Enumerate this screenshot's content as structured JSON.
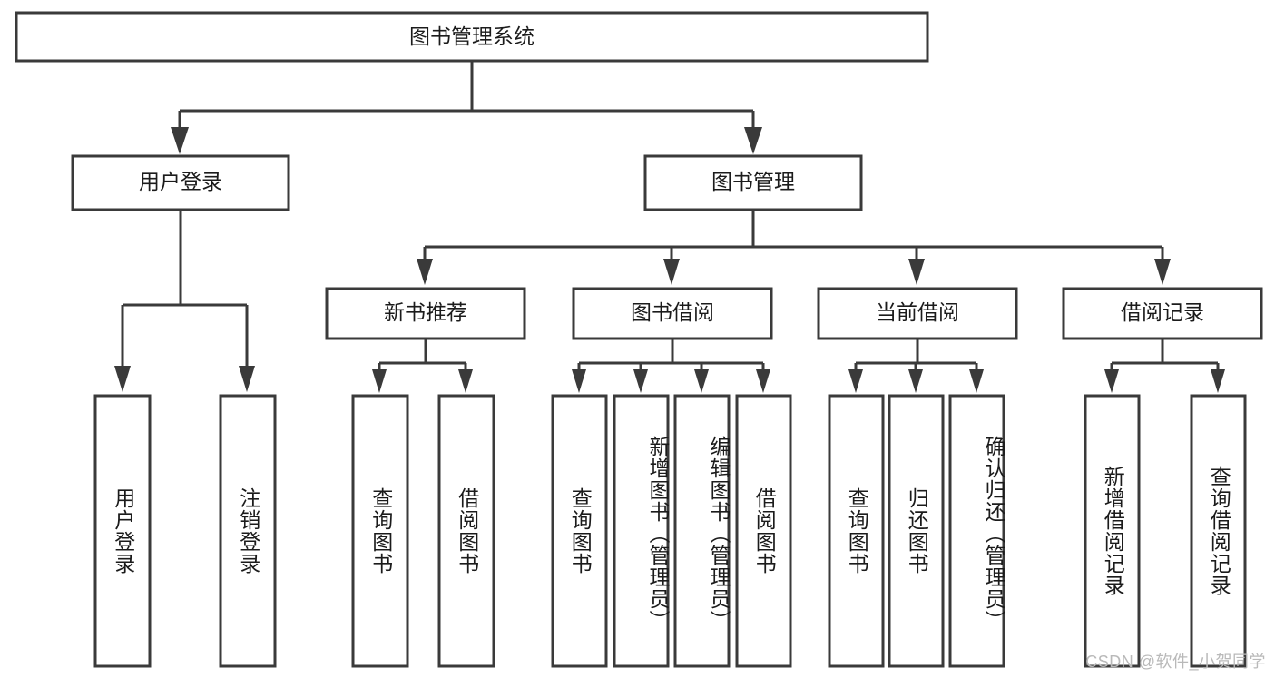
{
  "diagram": {
    "title": "图书管理系统",
    "type": "hierarchy-tree",
    "root": {
      "label": "图书管理系统",
      "orientation": "horizontal"
    },
    "level2": [
      {
        "label": "用户登录",
        "orientation": "horizontal"
      },
      {
        "label": "图书管理",
        "orientation": "horizontal"
      }
    ],
    "level3": [
      {
        "label": "新书推荐",
        "orientation": "horizontal",
        "parent": "图书管理"
      },
      {
        "label": "图书借阅",
        "orientation": "horizontal",
        "parent": "图书管理"
      },
      {
        "label": "当前借阅",
        "orientation": "horizontal",
        "parent": "图书管理"
      },
      {
        "label": "借阅记录",
        "orientation": "horizontal",
        "parent": "图书管理"
      }
    ],
    "leaves": {
      "user_login": [
        {
          "label": "用户登录",
          "orientation": "vertical"
        },
        {
          "label": "注销登录",
          "orientation": "vertical"
        }
      ],
      "new_book_recommend": [
        {
          "label": "查询图书",
          "orientation": "vertical"
        },
        {
          "label": "借阅图书",
          "orientation": "vertical"
        }
      ],
      "book_borrow": [
        {
          "label": "查询图书",
          "orientation": "vertical"
        },
        {
          "label": "新增图书（管理员）",
          "orientation": "vertical"
        },
        {
          "label": "编辑图书（管理员）",
          "orientation": "vertical"
        },
        {
          "label": "借阅图书",
          "orientation": "vertical"
        }
      ],
      "current_borrow": [
        {
          "label": "查询图书",
          "orientation": "vertical"
        },
        {
          "label": "归还图书",
          "orientation": "vertical"
        },
        {
          "label": "确认归还（管理员）",
          "orientation": "vertical"
        }
      ],
      "borrow_record": [
        {
          "label": "新增借阅记录",
          "orientation": "vertical"
        },
        {
          "label": "查询借阅记录",
          "orientation": "vertical"
        }
      ]
    }
  },
  "colors": {
    "box_stroke": "#3a3a3a",
    "box_fill": "#ffffff",
    "text": "#1b1b1b",
    "background": "#ffffff",
    "watermark": "#b9b9b9"
  },
  "watermark": {
    "text": "CSDN @软件_小贺同学"
  }
}
